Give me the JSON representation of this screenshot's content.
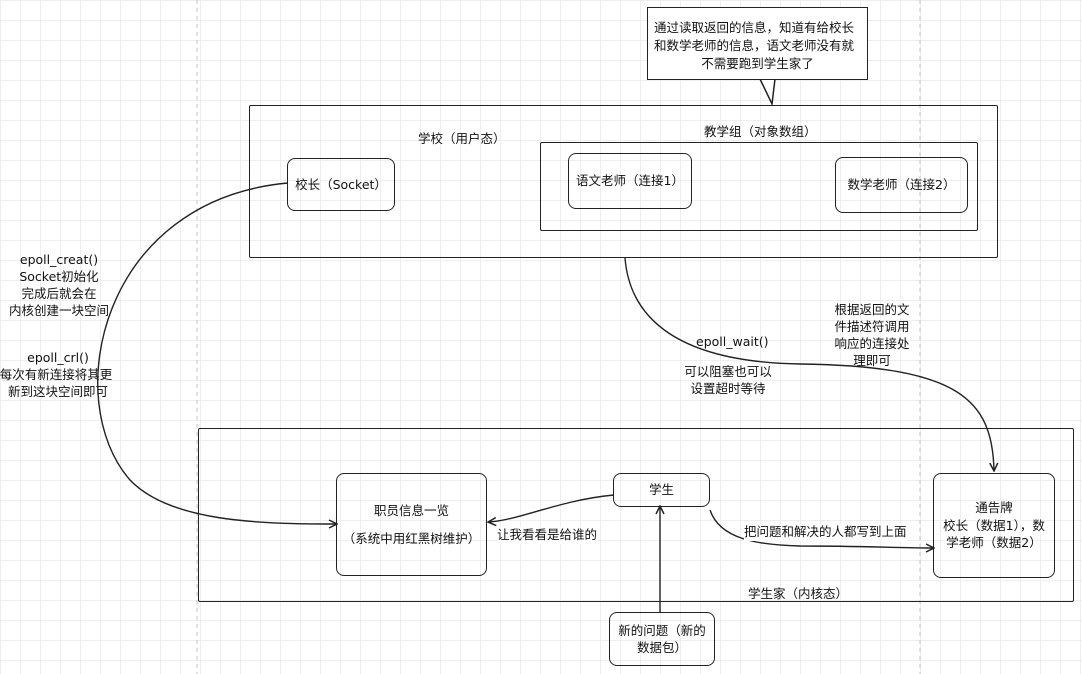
{
  "callout": {
    "line1": "通过读取返回的信息，知道有给校长",
    "line2": "和数学老师的信息，语文老师没有就",
    "line3": "不需要跑到学生家了"
  },
  "school": {
    "title": "学校（用户态）",
    "principal": "校长（Socket）",
    "group_title": "教学组（对象数组）",
    "chinese_teacher": "语文老师（连接1）",
    "math_teacher": "数学老师（连接2）"
  },
  "annotations": {
    "epoll_create": [
      "epoll_creat()",
      "Socket初始化",
      "完成后就会在",
      "内核创建一块空间"
    ],
    "epoll_ctl": [
      "epoll_crl()",
      "每次有新连接将其更",
      "新到这块空间即可"
    ],
    "epoll_wait": "epoll_wait()",
    "wait_note": [
      "可以阻塞也可以",
      "设置超时等待"
    ],
    "return_note": [
      "根据返回的文",
      "件描述符调用",
      "响应的连接处",
      "理即可"
    ]
  },
  "home": {
    "title": "学生家（内核态）",
    "staff_line1": "职员信息一览",
    "staff_line2": "（系统中用红黑树维护）",
    "student": "学生",
    "board_line1": "通告牌",
    "board_line2": "校长（数据1），数",
    "board_line3": "学老师（数据2）",
    "edge_left": "让我看看是给谁的",
    "edge_right": "把问题和解决的人都写到上面"
  },
  "new_issue": {
    "line1": "新的问题（新的",
    "line2": "数据包）"
  },
  "colors": {
    "stroke": "#222222",
    "grid": "#eeeeee",
    "guide": "#bbbbbb"
  }
}
